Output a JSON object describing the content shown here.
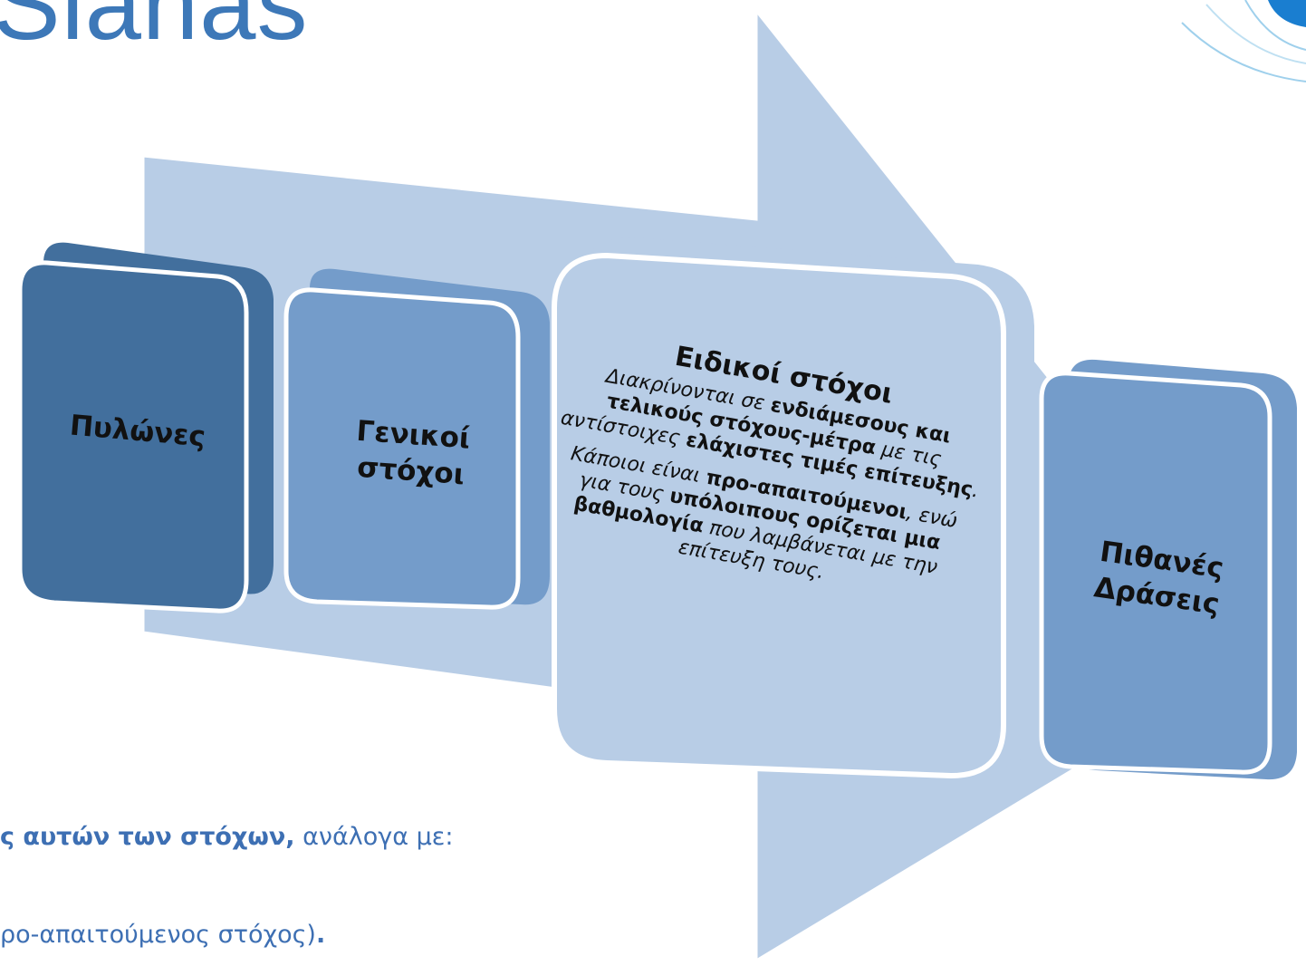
{
  "slide": {
    "title_partial": "Sianas",
    "bottom_line1_bold": "ς αυτών των στόχων,",
    "bottom_line1_rest": " ανάλογα με:",
    "bottom_line2": "ρο-απαιτούμενος στόχος)",
    "bottom_line2_end": "."
  },
  "diagram": {
    "colors": {
      "arrow": "#b8cde6",
      "dark_card": "#426f9d",
      "mid_card": "#749cca",
      "light_card": "#b8cde6",
      "text_blue": "#3d6fb3"
    },
    "pillars": "Πυλώνες",
    "general_goals_l1": "Γενικοί",
    "general_goals_l2": "στόχοι",
    "specific": {
      "title": "Ειδικοί στόχοι",
      "p1_a": "Διακρίνονται σε ",
      "p1_b": "ενδιάμεσους και τελικούς στόχους-μέτρα",
      "p1_c": " με τις αντίστοιχες ",
      "p1_d": "ελάχιστες τιμές επίτευξης",
      "p1_e": ".",
      "p2_a": "Κάποιοι είναι ",
      "p2_b": "προ-απαιτούμενοι",
      "p2_c": ", ενώ για τους ",
      "p2_d": "υπόλοιπους ορίζεται μια βαθμολογία",
      "p2_e": " που λαμβάνεται με την επίτευξη τους."
    },
    "actions_l1": "Πιθανές",
    "actions_l2": "Δράσεις"
  }
}
